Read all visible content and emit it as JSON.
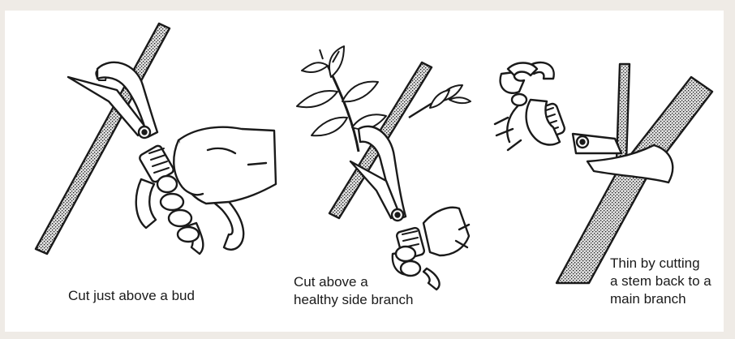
{
  "illustration": {
    "background_color": "#efebe6",
    "panel_color": "#ffffff",
    "ink_color": "#1a1a1a",
    "panels": [
      {
        "caption": "Cut just above a bud",
        "icons": [
          "branch-icon",
          "bud-icon",
          "pruning-shears-icon",
          "hand-icon"
        ]
      },
      {
        "caption": "Cut above a\nhealthy side branch",
        "icons": [
          "branch-icon",
          "side-branch-leaves-icon",
          "pruning-shears-icon",
          "hand-icon"
        ]
      },
      {
        "caption": "Thin by cutting\na stem back to a\nmain branch",
        "icons": [
          "main-branch-icon",
          "stem-icon",
          "pruning-shears-icon",
          "hand-icon"
        ]
      }
    ]
  }
}
